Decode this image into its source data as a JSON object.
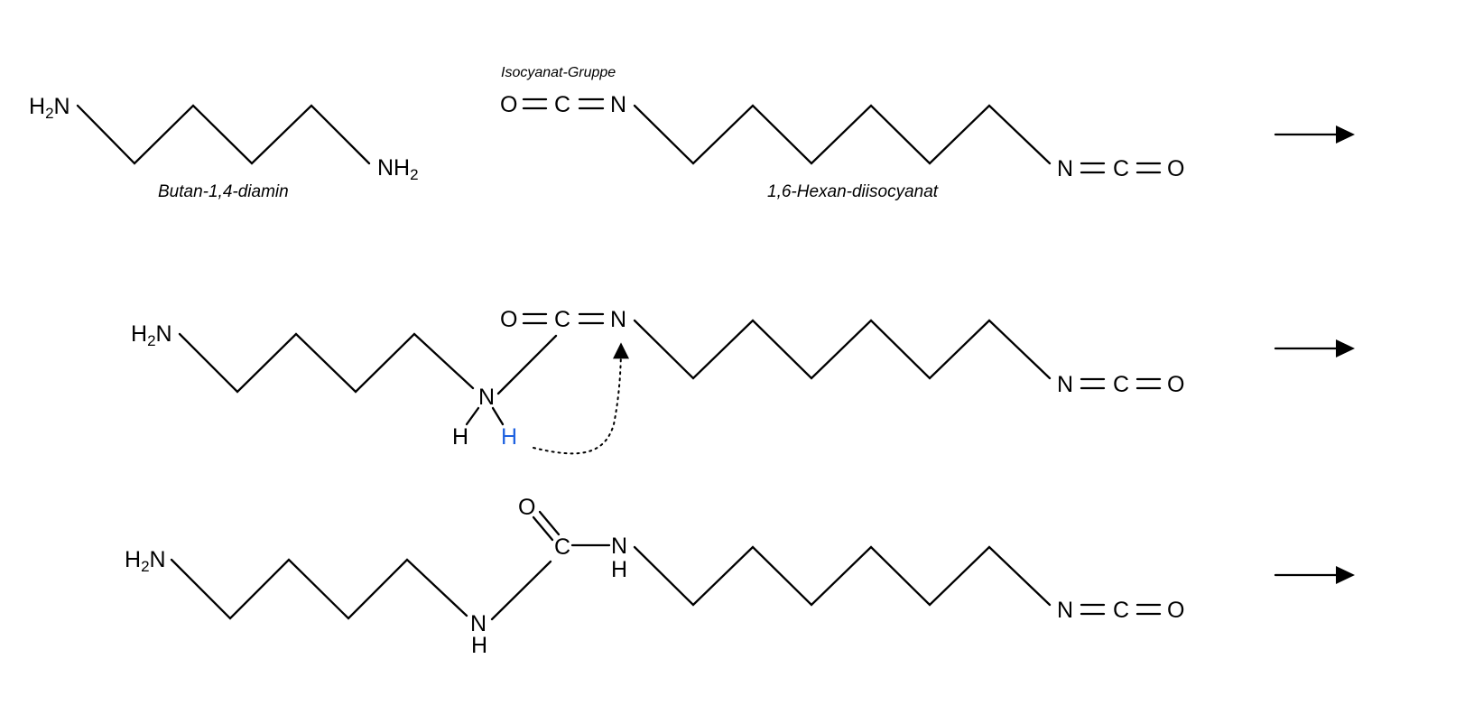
{
  "atoms": {
    "amine_h2n": "H",
    "amine_h2n_sub": "2",
    "amine_h2n_n": "N",
    "amine_nh2_n": "NH",
    "amine_nh2_sub": "2",
    "o": "O",
    "c": "C",
    "n": "N",
    "h": "H",
    "h_transfer": "H"
  },
  "labels": {
    "isocyanate_group": "Isocyanat-Gruppe",
    "butanediamine": "Butan-1,4-diamin",
    "hdi": "1,6-Hexan-diisocyanat"
  },
  "colors": {
    "ink": "#000000",
    "transferred_h": "#1f62e0"
  }
}
